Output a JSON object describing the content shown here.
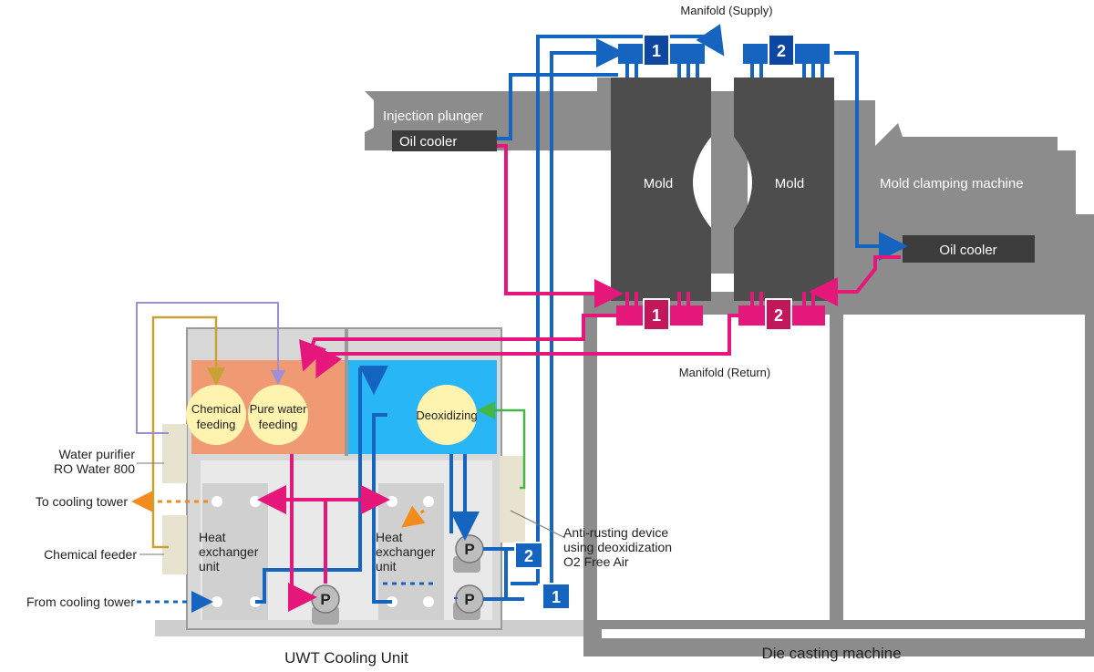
{
  "manifold_supply": "Manifold (Supply)",
  "manifold_return": "Manifold (Return)",
  "injection_plunger": "Injection plunger",
  "oil_cooler_left": "Oil cooler",
  "oil_cooler_right": "Oil cooler",
  "mold_1": "Mold",
  "mold_2": "Mold",
  "mold_clamping": "Mold clamping machine",
  "chemical_feeding_1": "Chemical",
  "chemical_feeding_2": "feeding",
  "pure_water_1": "Pure water",
  "pure_water_2": "feeding",
  "deoxidizing": "Deoxidizing",
  "water_purifier_1": "Water purifier",
  "water_purifier_2": "RO Water 800",
  "to_cooling_tower": "To cooling tower",
  "chemical_feeder": "Chemical feeder",
  "from_cooling_tower": "From cooling tower",
  "hx_left_1": "Heat",
  "hx_left_2": "exchanger",
  "hx_left_3": "unit",
  "hx_right_1": "Heat",
  "hx_right_2": "exchanger",
  "hx_right_3": "unit",
  "anti_rust_1": "Anti-rusting device",
  "anti_rust_2": "using deoxidization",
  "anti_rust_3": "O2 Free Air",
  "pump": "P",
  "circuit_1": "1",
  "circuit_2": "2",
  "uwt_cooling_unit": "UWT Cooling Unit",
  "die_casting_machine": "Die casting machine",
  "colors": {
    "supply_blue": "#1565c0",
    "return_pink": "#e6177a",
    "machine_gray": "#8c8c8c",
    "mold_dark": "#4d4d4d",
    "tank_orange": "#ef9a73",
    "tank_cyan": "#29b6f6",
    "feeder_yellow": "#fff3b0",
    "cooling_orange": "#f28c1e",
    "air_green": "#43b649",
    "chem_line_gold": "#c9a234",
    "purifier_line_purple": "#9b8fd6"
  }
}
